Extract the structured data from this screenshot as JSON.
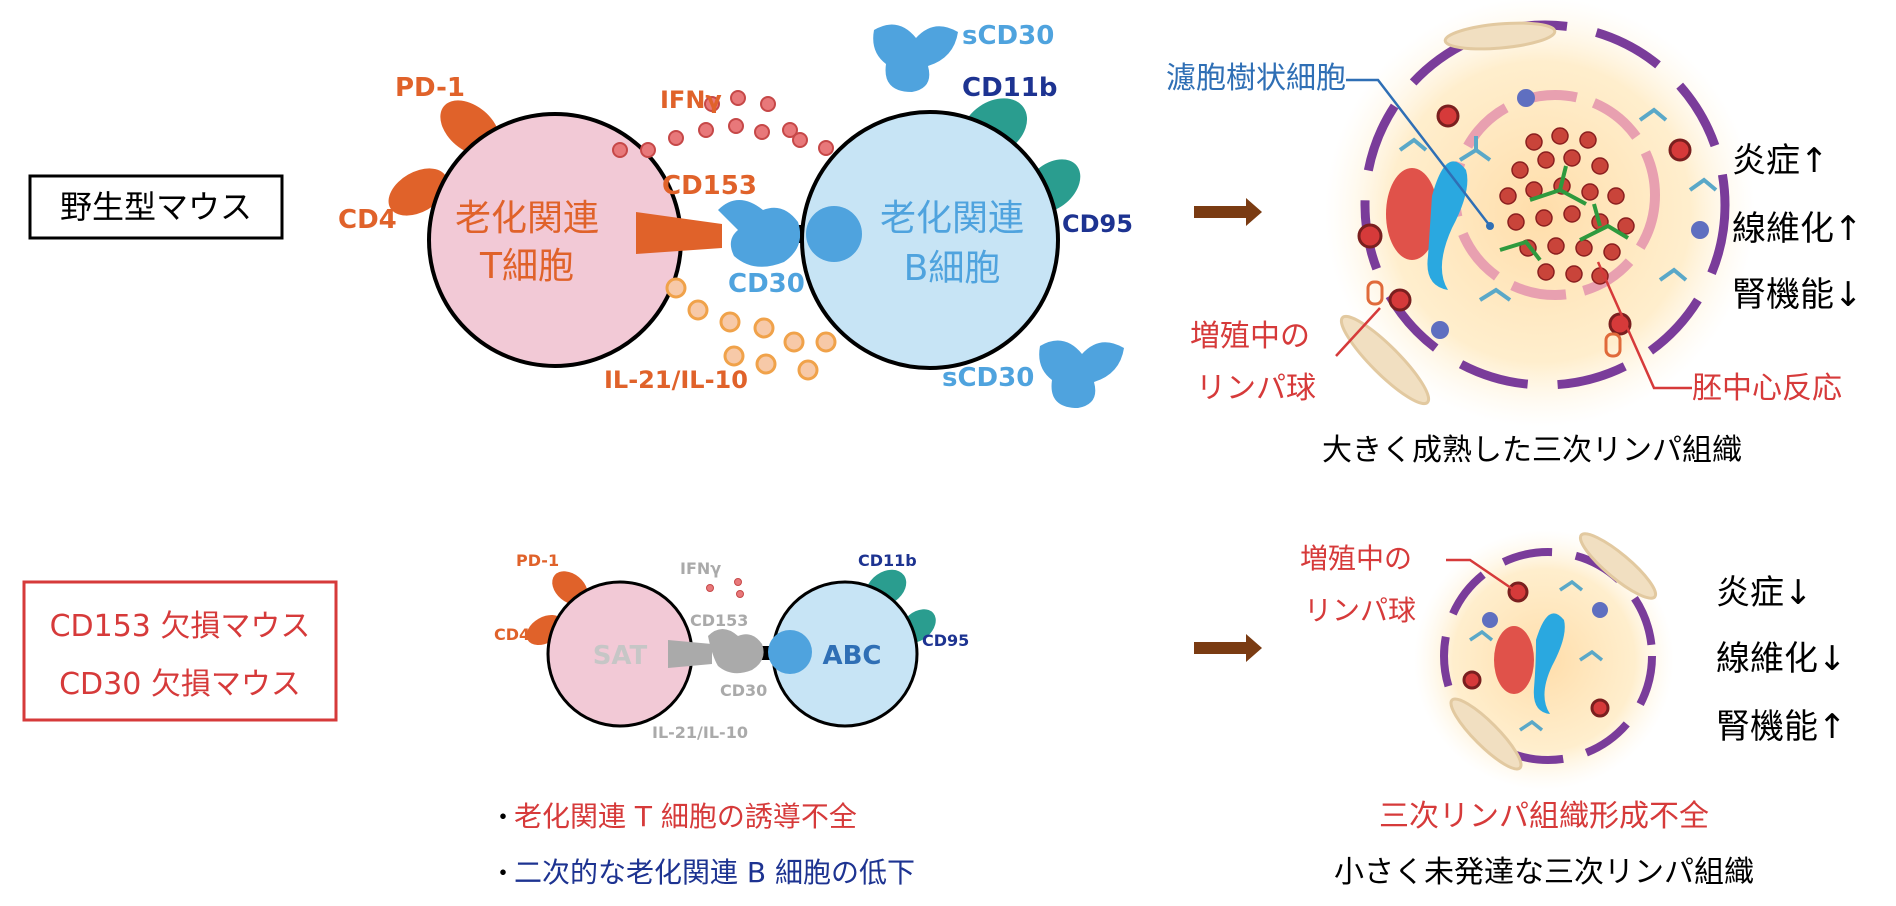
{
  "row1": {
    "group_label": "野生型マウス",
    "t_cell": {
      "line1": "老化関連",
      "line2": "T細胞"
    },
    "b_cell": {
      "line1": "老化関連",
      "line2": "B細胞"
    },
    "markers": {
      "pd1": "PD-1",
      "cd4": "CD4",
      "ifng": "IFNγ",
      "cd153": "CD153",
      "cd30": "CD30",
      "il": "IL-21/IL-10",
      "cd11b": "CD11b",
      "cd95": "CD95",
      "scd30_top": "sCD30",
      "scd30_bottom": "sCD30"
    },
    "tissue": {
      "fdc_label": "濾胞樹状細胞",
      "prolif_line1": "増殖中の",
      "prolif_line2": "リンパ球",
      "gc_label": "胚中心反応",
      "caption": "大きく成熟した三次リンパ組織"
    },
    "outcomes": [
      "炎症↑",
      "線維化↑",
      "腎機能↓"
    ]
  },
  "row2": {
    "group_label_line1": "CD153 欠損マウス",
    "group_label_line2": "CD30 欠損マウス",
    "t_cell": "SAT",
    "b_cell": "ABC",
    "markers": {
      "pd1": "PD-1",
      "cd4": "CD4",
      "ifng": "IFNγ",
      "cd153": "CD153",
      "cd30": "CD30",
      "il": "IL-21/IL-10",
      "cd11b": "CD11b",
      "cd95": "CD95"
    },
    "bullets": [
      "老化関連 T 細胞の誘導不全",
      "二次的な老化関連 B 細胞の低下"
    ],
    "tissue": {
      "prolif_line1": "増殖中の",
      "prolif_line2": "リンパ球",
      "caption_red": "三次リンパ組織形成不全",
      "caption": "小さく未発達な三次リンパ組織"
    },
    "outcomes": [
      "炎症↓",
      "線維化↓",
      "腎機能↑"
    ]
  },
  "colors": {
    "orange": "#e0622a",
    "red_label": "#d63a3a",
    "light_blue": "#4fa3de",
    "navy": "#1d3391",
    "teal": "#2a9d8f",
    "pink_cell": "#f2c9d6",
    "blue_cell": "#c7e4f5",
    "fdc_blue": "#2f6fb5",
    "purple": "#7a3c9a",
    "arrow": "#7a3b12"
  }
}
